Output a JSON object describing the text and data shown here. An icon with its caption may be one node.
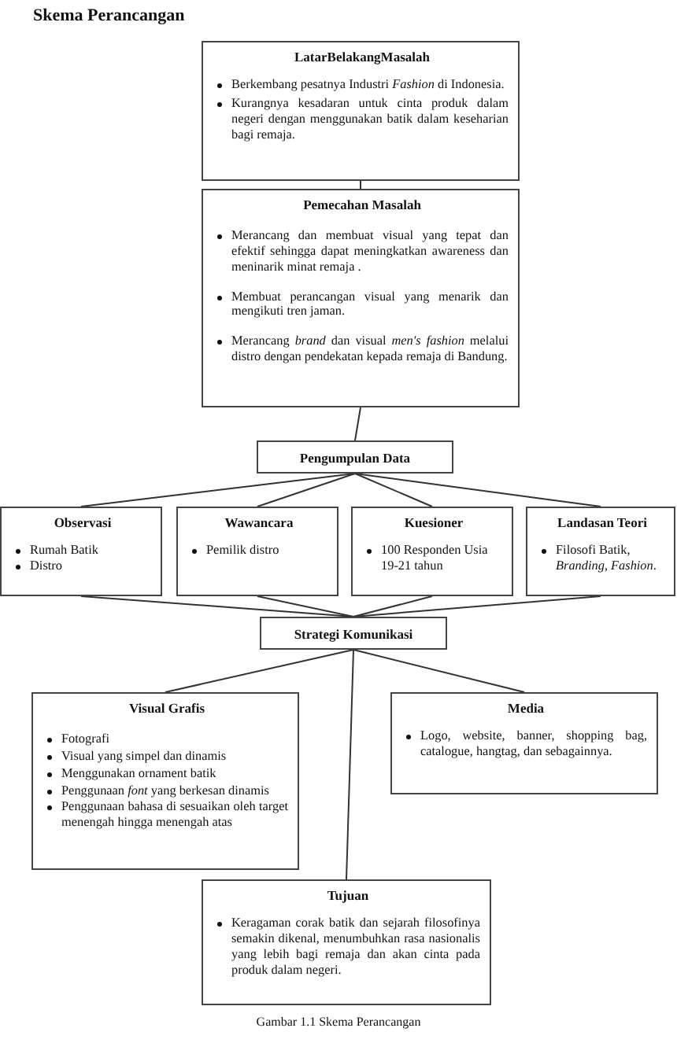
{
  "diagram": {
    "title": "Skema Perancangan",
    "caption": "Gambar 1.1  Skema Perancangan",
    "nodes": [
      {
        "text": [
          "LatarBelakangMasalah",
          "Berkembang pesatnya Industri *Fashion* di Indonesia.",
          "Kurangnya kesadaran untuk cinta produk dalam negeri dengan menggunakan batik dalam keseharian bagi remaja."
        ]
      },
      {
        "text": [
          "Pemecahan Masalah",
          "Merancang dan membuat visual yang tepat dan efektif sehingga dapat meningkatkan awareness dan meninarik minat remaja .",
          "Membuat perancangan visual yang menarik dan mengikuti tren jaman.",
          "Merancang *brand* dan visual *men's fashion* melalui distro dengan pendekatan kepada remaja di Bandung."
        ]
      },
      {
        "text": [
          "Pengumpulan Data"
        ]
      },
      {
        "text": [
          "Observasi",
          "Rumah Batik",
          "Distro"
        ]
      },
      {
        "text": [
          "Wawancara",
          "Pemilik distro"
        ]
      },
      {
        "text": [
          "Kuesioner",
          "100 Responden Usia 19-21 tahun"
        ]
      },
      {
        "text": [
          "Landasan Teori",
          "Filosofi Batik, *Branding*, *Fashion*."
        ]
      },
      {
        "text": [
          "Strategi Komunikasi"
        ]
      },
      {
        "text": [
          "Visual Grafis",
          "Fotografi",
          "Visual yang simpel dan dinamis",
          "Menggunakan ornament batik",
          "Penggunaan *font* yang berkesan dinamis",
          "Penggunaan bahasa di sesuaikan oleh target menengah hingga menengah atas"
        ]
      },
      {
        "text": [
          "Media",
          "Logo, website, banner, shopping bag, catalogue, hangtag, dan sebagainnya."
        ]
      },
      {
        "text": [
          "Tujuan",
          "Keragaman corak batik dan sejarah filosofinya semakin dikenal, menumbuhkan rasa nasionalis yang lebih bagi remaja dan akan cinta pada produk dalam negeri."
        ]
      }
    ],
    "edges": [
      {
        "from": 0,
        "to": 1,
        "arrow": "none"
      },
      {
        "from": 1,
        "to": 2,
        "arrow": "none"
      },
      {
        "from": 2,
        "to": 3,
        "arrow": "none"
      },
      {
        "from": 2,
        "to": 4,
        "arrow": "none"
      },
      {
        "from": 2,
        "to": 5,
        "arrow": "none"
      },
      {
        "from": 2,
        "to": 6,
        "arrow": "none"
      },
      {
        "from": 3,
        "to": 7,
        "arrow": "none"
      },
      {
        "from": 4,
        "to": 7,
        "arrow": "none"
      },
      {
        "from": 5,
        "to": 7,
        "arrow": "none"
      },
      {
        "from": 6,
        "to": 7,
        "arrow": "none"
      },
      {
        "from": 7,
        "to": 8,
        "arrow": "none"
      },
      {
        "from": 7,
        "to": 9,
        "arrow": "none"
      },
      {
        "from": 7,
        "to": 10,
        "arrow": "none"
      }
    ]
  }
}
